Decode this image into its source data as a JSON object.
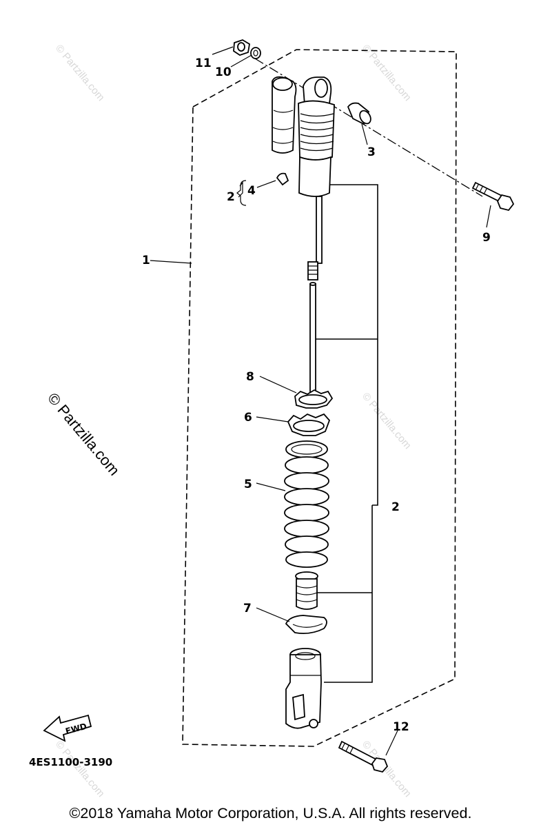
{
  "callouts": {
    "c1": "1",
    "c2a": "2",
    "c2b": "2",
    "c3": "3",
    "c4": "4",
    "c5": "5",
    "c6": "6",
    "c7": "7",
    "c8": "8",
    "c9": "9",
    "c10": "10",
    "c11": "11",
    "c12": "12"
  },
  "watermark": "© Partzilla.com",
  "fwd_label": "FWD",
  "diagram_code": "4ES1100-3190",
  "copyright": "©2018 Yamaha Motor Corporation, U.S.A. All rights reserved."
}
